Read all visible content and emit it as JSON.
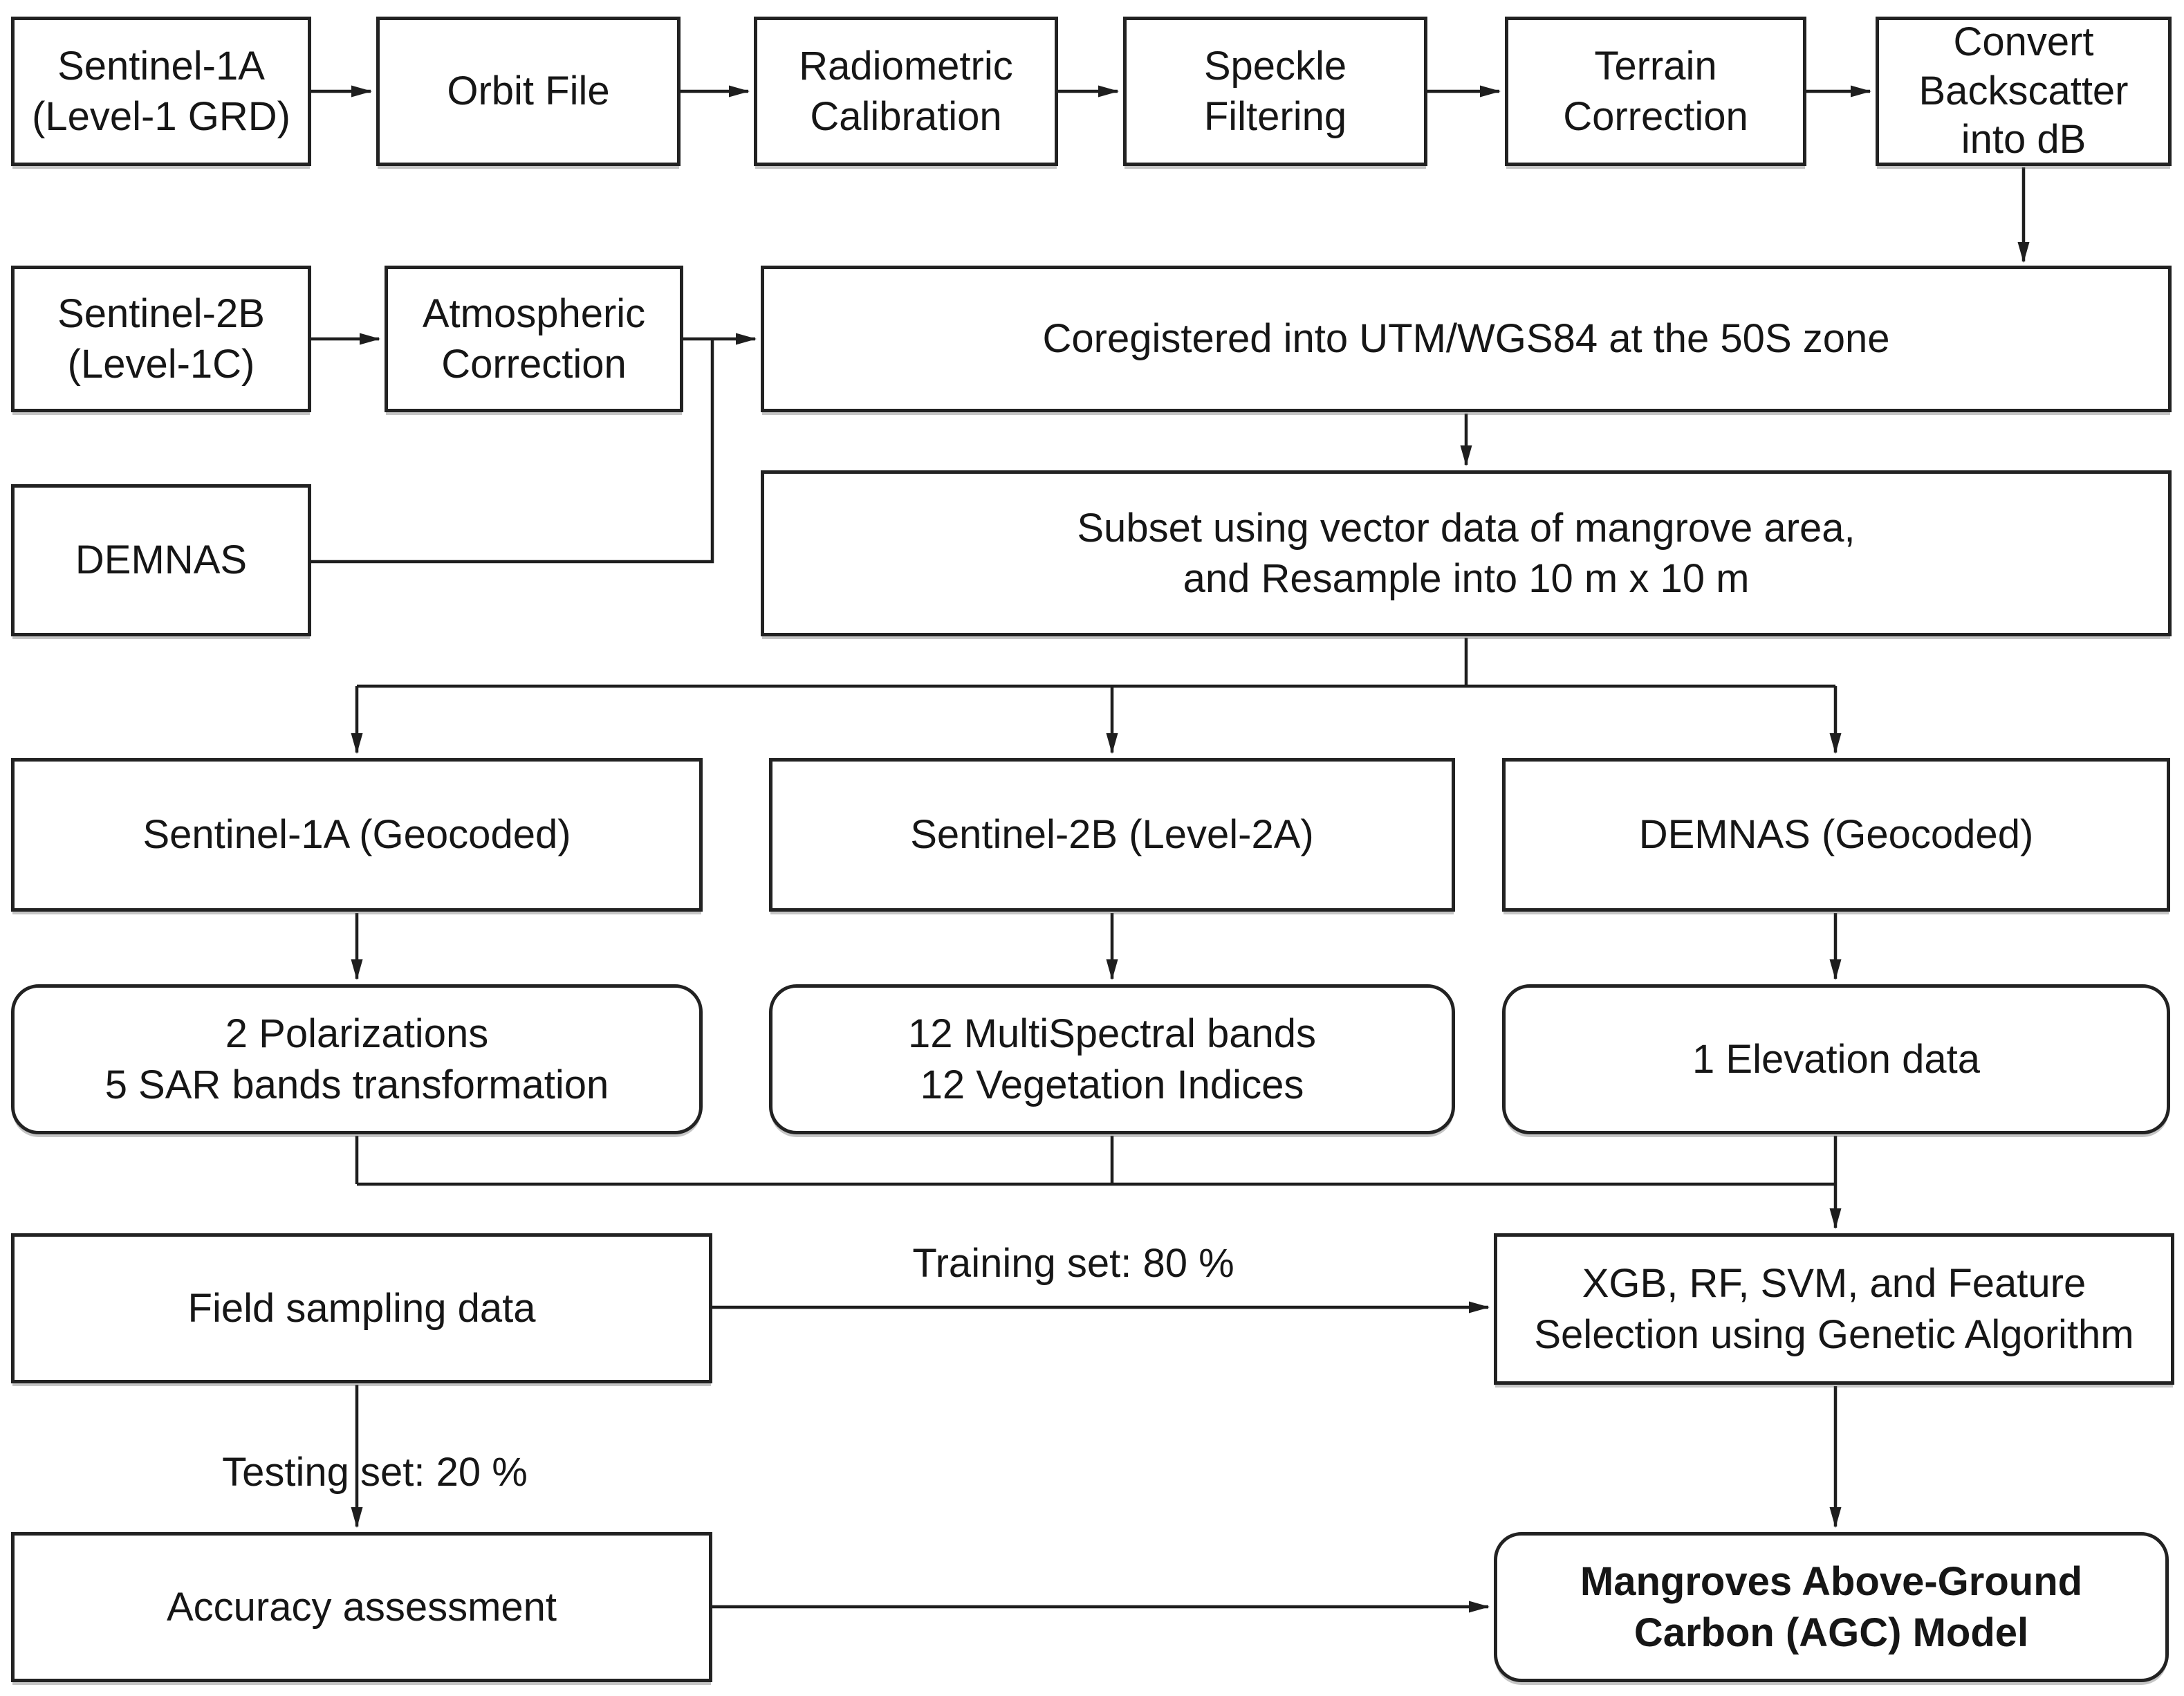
{
  "nodes": {
    "sentinel_1a_grd": {
      "label": "Sentinel-1A\n(Level-1 GRD)"
    },
    "orbit_file": {
      "label": "Orbit File"
    },
    "radiometric_cal": {
      "label": "Radiometric\nCalibration"
    },
    "speckle_filtering": {
      "label": "Speckle\nFiltering"
    },
    "terrain_correction": {
      "label": "Terrain\nCorrection"
    },
    "convert_db": {
      "label": "Convert\nBackscatter\ninto dB"
    },
    "sentinel_2b_l1c": {
      "label": "Sentinel-2B\n(Level-1C)"
    },
    "atmospheric_corr": {
      "label": "Atmospheric\nCorrection"
    },
    "coregistered": {
      "label": "Coregistered into UTM/WGS84 at the 50S zone"
    },
    "demnas": {
      "label": "DEMNAS"
    },
    "subset_resample": {
      "label": "Subset using vector data of mangrove area,\nand Resample into 10 m x 10 m"
    },
    "s1a_geocoded": {
      "label": "Sentinel-1A (Geocoded)"
    },
    "s2b_l2a": {
      "label": "Sentinel-2B (Level-2A)"
    },
    "demnas_geocoded": {
      "label": "DEMNAS (Geocoded)"
    },
    "polarizations": {
      "label": "2 Polarizations\n5 SAR bands transformation"
    },
    "multispectral": {
      "label": "12 MultiSpectral bands\n12 Vegetation Indices"
    },
    "elevation": {
      "label": "1 Elevation data"
    },
    "field_sampling": {
      "label": "Field sampling data"
    },
    "ml_models": {
      "label": "XGB, RF, SVM, and Feature\nSelection using Genetic Algorithm"
    },
    "accuracy": {
      "label": "Accuracy assessment"
    },
    "agc_model": {
      "label": "Mangroves Above-Ground\nCarbon (AGC) Model"
    }
  },
  "edge_labels": {
    "training_set": "Training set: 80 %",
    "testing_set": "Testing set: 20 %"
  },
  "colors": {
    "line": "#1e1e1e",
    "box_border": "#222222",
    "box_fill": "#ffffff",
    "text": "#161616",
    "background": "#ffffff"
  }
}
